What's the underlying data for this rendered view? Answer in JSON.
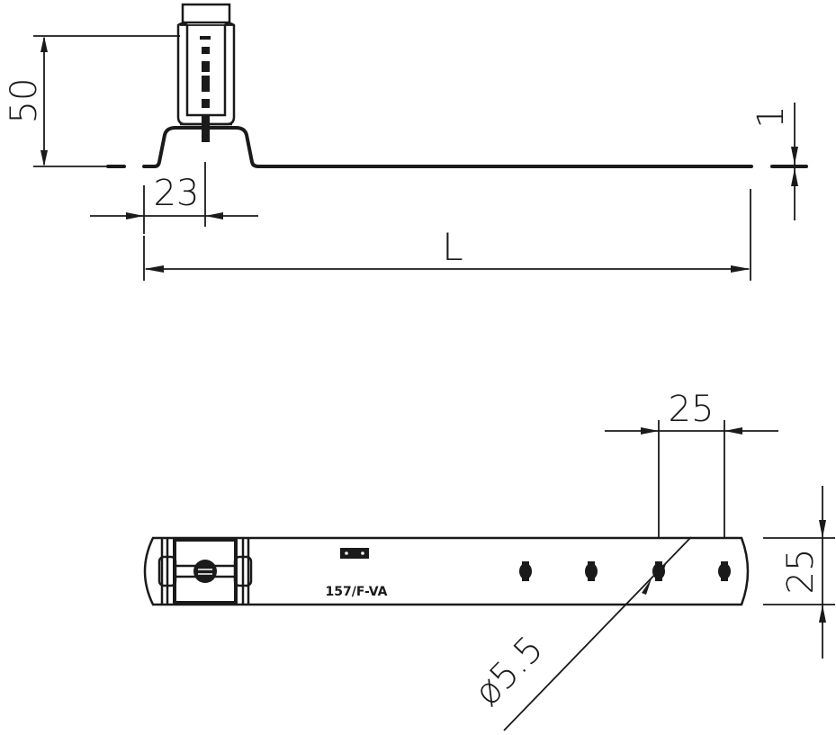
{
  "drawing": {
    "type": "technical-drawing",
    "subject": "clamp bracket with slotted strap",
    "line_color": "#1a1a1a",
    "background": "#ffffff"
  },
  "side_view": {
    "dimensions": {
      "height": "50",
      "clamp_width": "23",
      "length": "L",
      "thickness": "1"
    }
  },
  "plan_view": {
    "marking_text": "157/F-VA",
    "hole_count": 4,
    "dimensions": {
      "hole_pitch": "25",
      "strap_width": "25",
      "hole_diameter": "ø5.5"
    }
  }
}
